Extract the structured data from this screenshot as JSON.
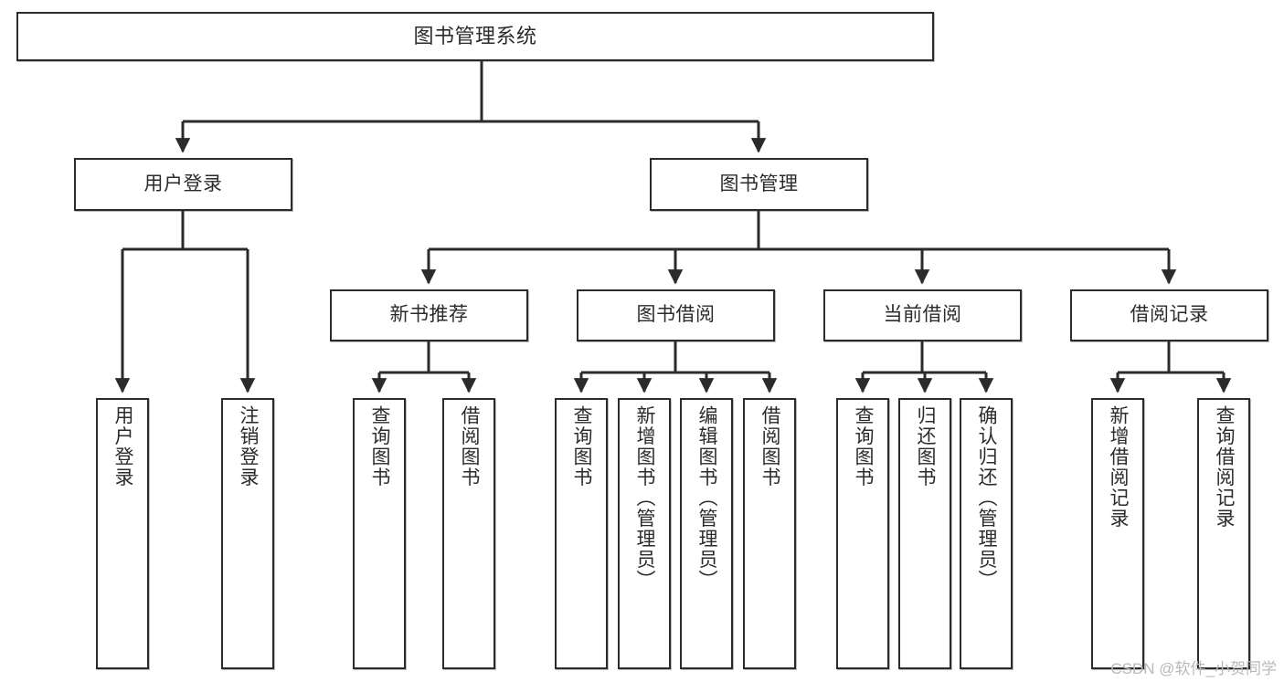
{
  "diagram": {
    "title": "图书管理系统",
    "type": "tree",
    "orientation": "top-down",
    "colors": {
      "box_border": "#2b2b2b",
      "box_fill": "#ffffff",
      "connector": "#2b2b2b",
      "background": "#ffffff",
      "watermark": "#b9b9b9"
    }
  },
  "nodes": {
    "root": {
      "label": "图书管理系统",
      "level": 1
    },
    "level2": [
      {
        "id": "user-login",
        "label": "用户登录"
      },
      {
        "id": "book-management",
        "label": "图书管理"
      }
    ],
    "level3": [
      {
        "id": "new-book-recommend",
        "label": "新书推荐"
      },
      {
        "id": "book-borrow",
        "label": "图书借阅"
      },
      {
        "id": "current-borrow",
        "label": "当前借阅"
      },
      {
        "id": "borrow-record",
        "label": "借阅记录"
      }
    ],
    "leaves": {
      "user-login": [
        {
          "id": "leaf-user-login",
          "label": "用户登录"
        },
        {
          "id": "leaf-logout-login",
          "label": "注销登录"
        }
      ],
      "new-book-recommend": [
        {
          "id": "leaf-query-book-1",
          "label": "查询图书"
        },
        {
          "id": "leaf-borrow-book-1",
          "label": "借阅图书"
        }
      ],
      "book-borrow": [
        {
          "id": "leaf-query-book-2",
          "label": "查询图书"
        },
        {
          "id": "leaf-add-book",
          "label": "新增图书（管理员）"
        },
        {
          "id": "leaf-edit-book",
          "label": "编辑图书（管理员）"
        },
        {
          "id": "leaf-borrow-book-2",
          "label": "借阅图书"
        }
      ],
      "current-borrow": [
        {
          "id": "leaf-query-book-3",
          "label": "查询图书"
        },
        {
          "id": "leaf-return-book",
          "label": "归还图书"
        },
        {
          "id": "leaf-confirm-return",
          "label": "确认归还（管理员）"
        }
      ],
      "borrow-record": [
        {
          "id": "leaf-add-record",
          "label": "新增借阅记录"
        },
        {
          "id": "leaf-query-record",
          "label": "查询借阅记录"
        }
      ]
    }
  },
  "watermark": {
    "text": "CSDN @软件_小贺同学"
  }
}
